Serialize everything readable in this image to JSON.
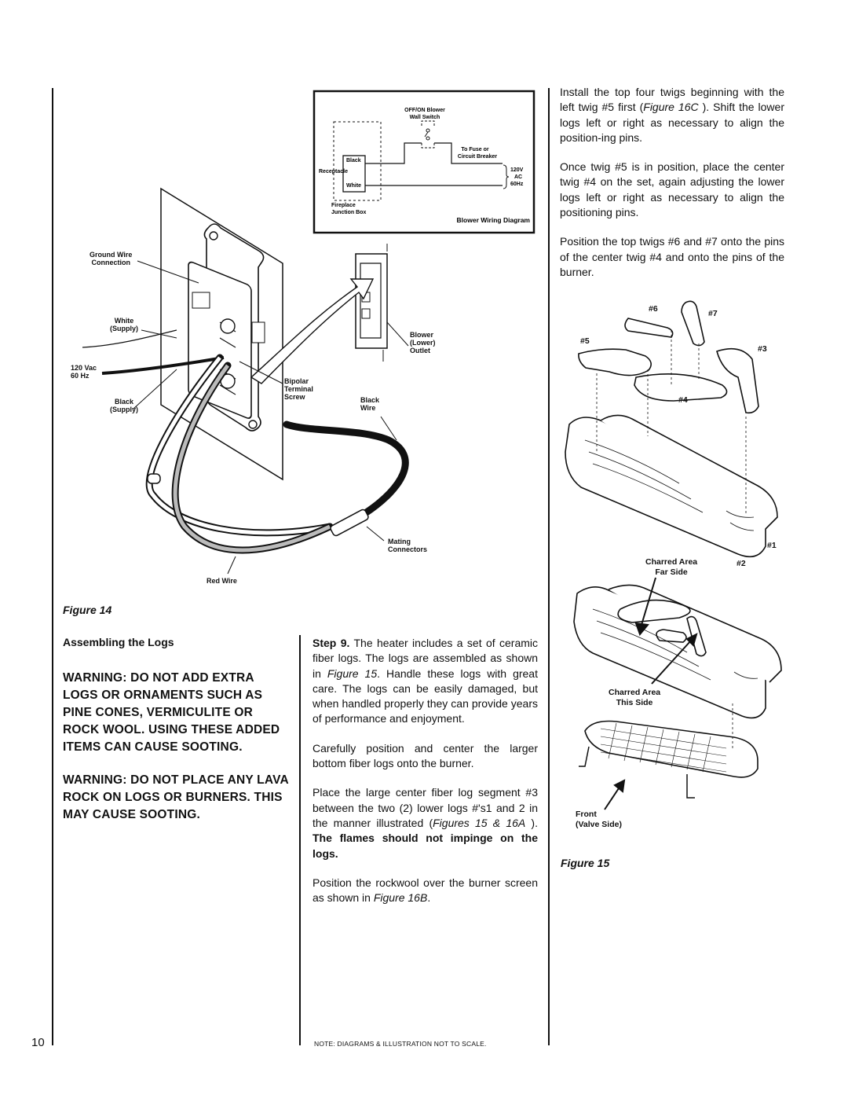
{
  "page_number": "10",
  "footer_note": "NOTE: DIAGRAMS & ILLUSTRATION NOT TO SCALE.",
  "figure14": {
    "caption": "Figure 14",
    "inset_title": "Blower Wiring Diagram",
    "inset_labels": {
      "switch_l1": "OFF/ON Blower",
      "switch_l2": "Wall Switch",
      "fuse_l1": "To Fuse or",
      "fuse_l2": "Circuit Breaker",
      "black": "Black",
      "receptacle": "Receptacle",
      "white": "White",
      "v120": "120V",
      "ac": "AC",
      "hz": "60Hz",
      "junction_l1": "Fireplace",
      "junction_l2": "Junction Box"
    },
    "labels": {
      "ground_l1": "Ground Wire",
      "ground_l2": "Connection",
      "white_supply_l1": "White",
      "white_supply_l2": "(Supply)",
      "vac_l1": "120 Vac",
      "vac_l2": "60 Hz",
      "black_supply_l1": "Black",
      "black_supply_l2": "(Supply)",
      "bipolar_l1": "Bipolar",
      "bipolar_l2": "Terminal",
      "bipolar_l3": "Screw",
      "blower_l1": "Blower",
      "blower_l2": "(Lower)",
      "blower_l3": "Outlet",
      "black_wire_l1": "Black",
      "black_wire_l2": "Wire",
      "mating_l1": "Mating",
      "mating_l2": "Connectors",
      "red_wire": "Red Wire"
    }
  },
  "section_heading": "Assembling the Logs",
  "warnings": [
    "WARNING: DO NOT ADD EXTRA LOGS OR ORNAMENTS SUCH AS PINE CONES, VERMICULITE OR ROCK WOOL. USING THESE ADDED ITEMS CAN CAUSE SOOTING.",
    "WARNING: DO NOT PLACE ANY LAVA ROCK ON LOGS OR BURNERS. THIS MAY CAUSE SOOTING."
  ],
  "middle_column": {
    "step_label": "Step 9.",
    "p1_rest_a": " The heater includes a set of ceramic fiber logs. The logs are assembled as shown in ",
    "p1_fig": "Figure 15",
    "p1_rest_b": ". Handle these logs with great care. The logs can be easily damaged, but when handled properly they can provide years of performance and enjoyment.",
    "p2": "Carefully position and center the larger bottom fiber logs onto the burner.",
    "p3_a": "Place the large center fiber log segment #3 between the two (2) lower logs #'s1 and 2 in the manner illustrated (",
    "p3_fig": "Figures 15 & 16A",
    "p3_b": " ). ",
    "p3_bold": "The flames should not impinge on the logs.",
    "p4_a": "Position the rockwool over the burner screen as shown in ",
    "p4_fig": "Figure 16B",
    "p4_b": "."
  },
  "right_column": {
    "p1_a": "Install the top four twigs beginning with the left twig #5 first (",
    "p1_fig": "Figure 16C",
    "p1_b": " ).  Shift the lower logs left or right as necessary to align the position-ing pins.",
    "p2": "Once twig #5 is in position,  place the center twig #4 on the set, again adjusting the lower logs left or right as necessary to align the positioning pins.",
    "p3": "Position the top twigs #6 and #7 onto the pins of the center twig #4 and onto the pins of the burner."
  },
  "figure15": {
    "caption": "Figure 15",
    "log_labels": {
      "n6": "#6",
      "n7": "#7",
      "n5": "#5",
      "n3": "#3",
      "n4": "#4",
      "n1": "#1",
      "n2": "#2"
    },
    "charred_far_l1": "Charred Area",
    "charred_far_l2": "Far Side",
    "charred_this_l1": "Charred Area",
    "charred_this_l2": "This Side",
    "front_l1": "Front",
    "front_l2": "(Valve Side)"
  }
}
